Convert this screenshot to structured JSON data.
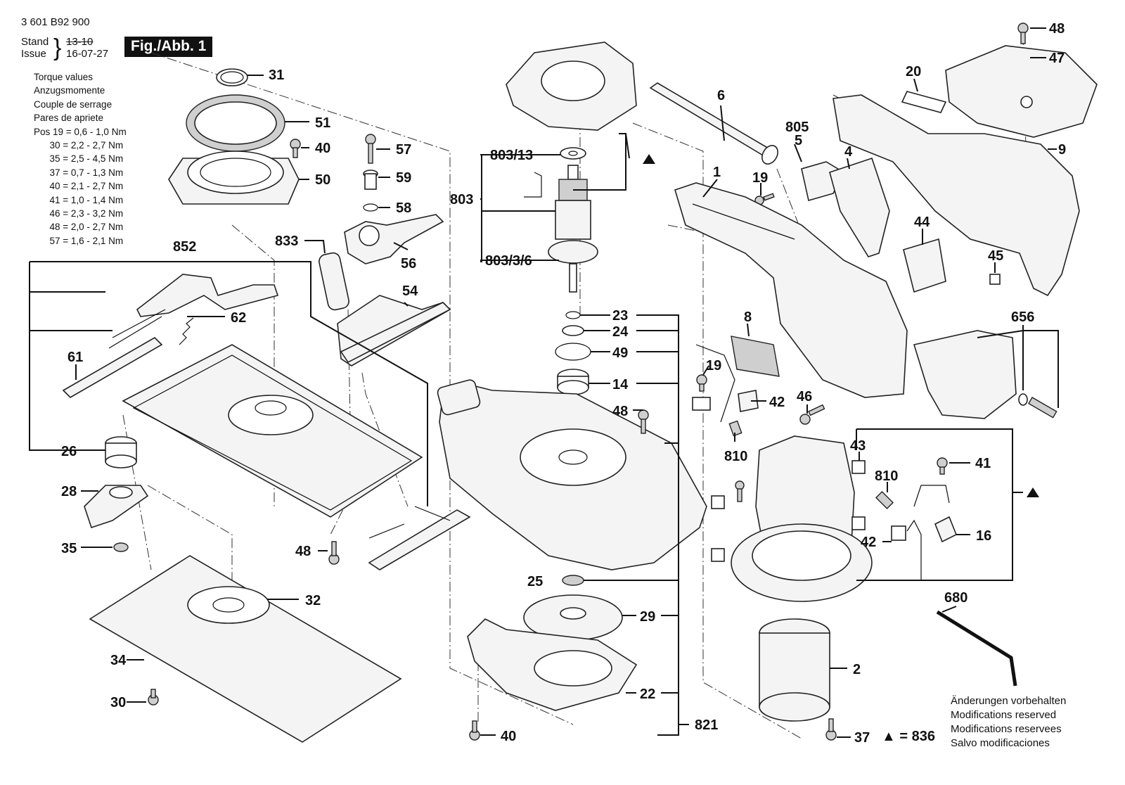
{
  "header": {
    "number": "3 601 B92 900",
    "stand_label": "Stand",
    "issue_label": "Issue",
    "stand_value": "13-10",
    "issue_value": "16-07-27",
    "fig_label": "Fig./Abb. 1"
  },
  "torque": {
    "lines": [
      "Torque values",
      "Anzugsmomente",
      "Couple de serrage",
      "Pares de apriete",
      "Pos 19 = 0,6 - 1,0 Nm",
      "      30 = 2,2 - 2,7 Nm",
      "      35 = 2,5 - 4,5 Nm",
      "      37 = 0,7 - 1,3 Nm",
      "      40 = 2,1 - 2,7 Nm",
      "      41 = 1,0 - 1,4 Nm",
      "      46 = 2,3 - 3,2 Nm",
      "      48 = 2,0 - 2,7 Nm",
      "      57 = 1,6 - 2,1 Nm"
    ]
  },
  "part_labels": {
    "p31": "31",
    "p51": "51",
    "p40a": "40",
    "p50": "50",
    "p57": "57",
    "p59": "59",
    "p58": "58",
    "p56": "56",
    "p833": "833",
    "p852": "852",
    "p54": "54",
    "p62": "62",
    "p61": "61",
    "p26": "26",
    "p28": "28",
    "p35": "35",
    "p48a": "48",
    "p32": "32",
    "p34": "34",
    "p30": "30",
    "p803_13": "803/13",
    "p803": "803",
    "p803_3_6": "803/3/6",
    "p23": "23",
    "p24": "24",
    "p49": "49",
    "p14": "14",
    "p48b": "48",
    "p25": "25",
    "p29": "29",
    "p22": "22",
    "p40b": "40",
    "p821": "821",
    "p6": "6",
    "p805": "805",
    "p5": "5",
    "p4": "4",
    "p19a": "19",
    "p1": "1",
    "p20": "20",
    "p48c": "48",
    "p47": "47",
    "p9": "9",
    "p44": "44",
    "p45": "45",
    "p656": "656",
    "p8": "8",
    "p19b": "19",
    "p42a": "42",
    "p46": "46",
    "p810a": "810",
    "p43": "43",
    "p41": "41",
    "p810b": "810",
    "p16": "16",
    "p42b": "42",
    "p680": "680",
    "p2": "2",
    "p37": "37"
  },
  "legend": {
    "triangle_text": "▲ = 836"
  },
  "modifications": {
    "lines": [
      "Änderungen vorbehalten",
      "Modifications reserved",
      "Modifications reservees",
      "Salvo modificaciones"
    ]
  }
}
